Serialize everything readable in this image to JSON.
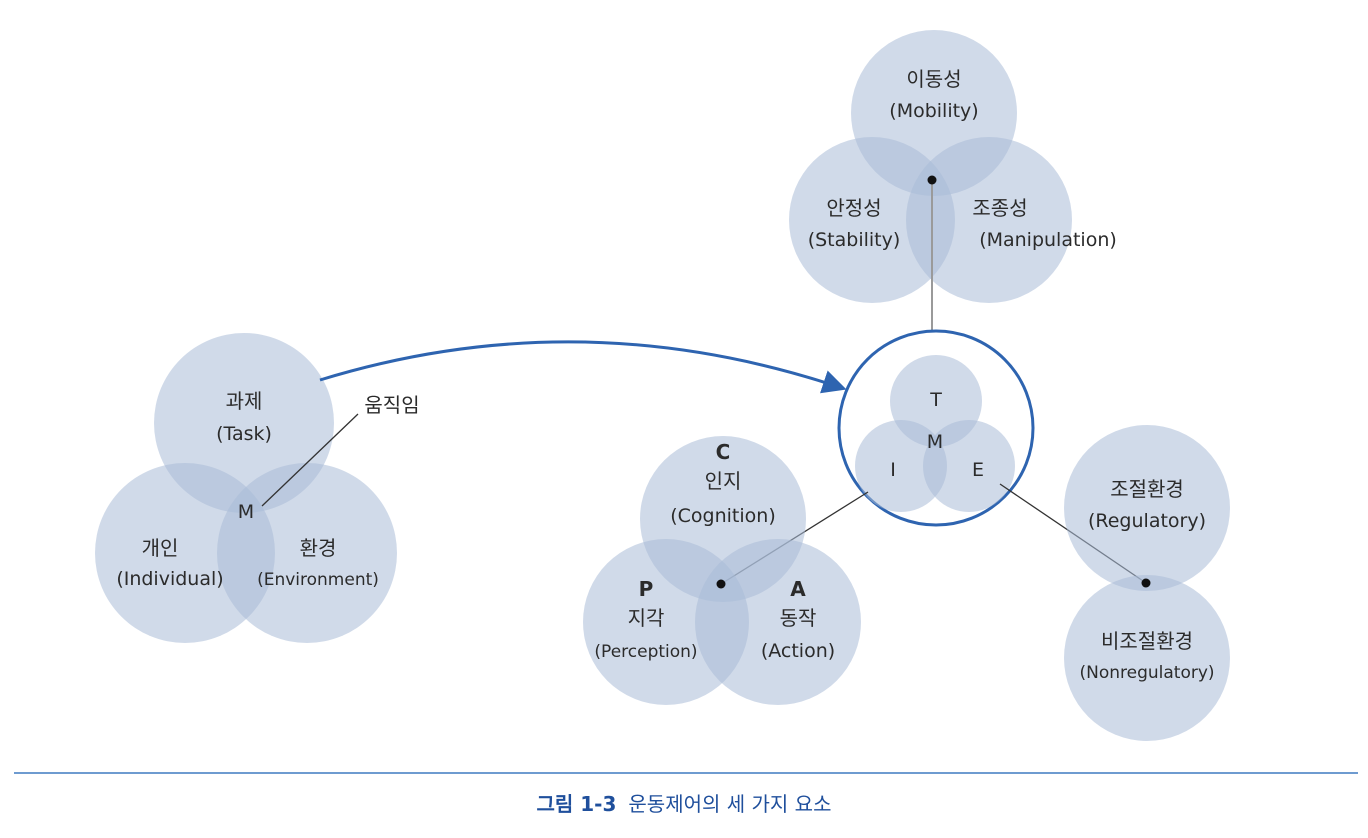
{
  "diagram": {
    "left_venn": {
      "task_ko": "과제",
      "task_en": "(Task)",
      "individual_ko": "개인",
      "individual_en": "(Individual)",
      "environment_ko": "환경",
      "environment_en": "(Environment)",
      "center": "M",
      "movement_label": "움직임"
    },
    "center_venn": {
      "t": "T",
      "m": "M",
      "i": "I",
      "e": "E"
    },
    "task_venn": {
      "mobility_ko": "이동성",
      "mobility_en": "(Mobility)",
      "stability_ko": "안정성",
      "stability_en": "(Stability)",
      "manipulation_ko": "조종성",
      "manipulation_en": "(Manipulation)"
    },
    "individual_venn": {
      "c": "C",
      "cognition_ko": "인지",
      "cognition_en": "(Cognition)",
      "p": "P",
      "perception_ko": "지각",
      "perception_en": "(Perception)",
      "a": "A",
      "action_ko": "동작",
      "action_en": "(Action)"
    },
    "environment_venn": {
      "regulatory_ko": "조절환경",
      "regulatory_en": "(Regulatory)",
      "nonregulatory_ko": "비조절환경",
      "nonregulatory_en": "(Nonregulatory)"
    }
  },
  "caption": {
    "number": "그림 1-3",
    "text": "운동제어의 세 가지 요소"
  },
  "colors": {
    "circle": "#a9bbd7",
    "accent": "#2e64b0",
    "caption": "#1f4f9c"
  }
}
